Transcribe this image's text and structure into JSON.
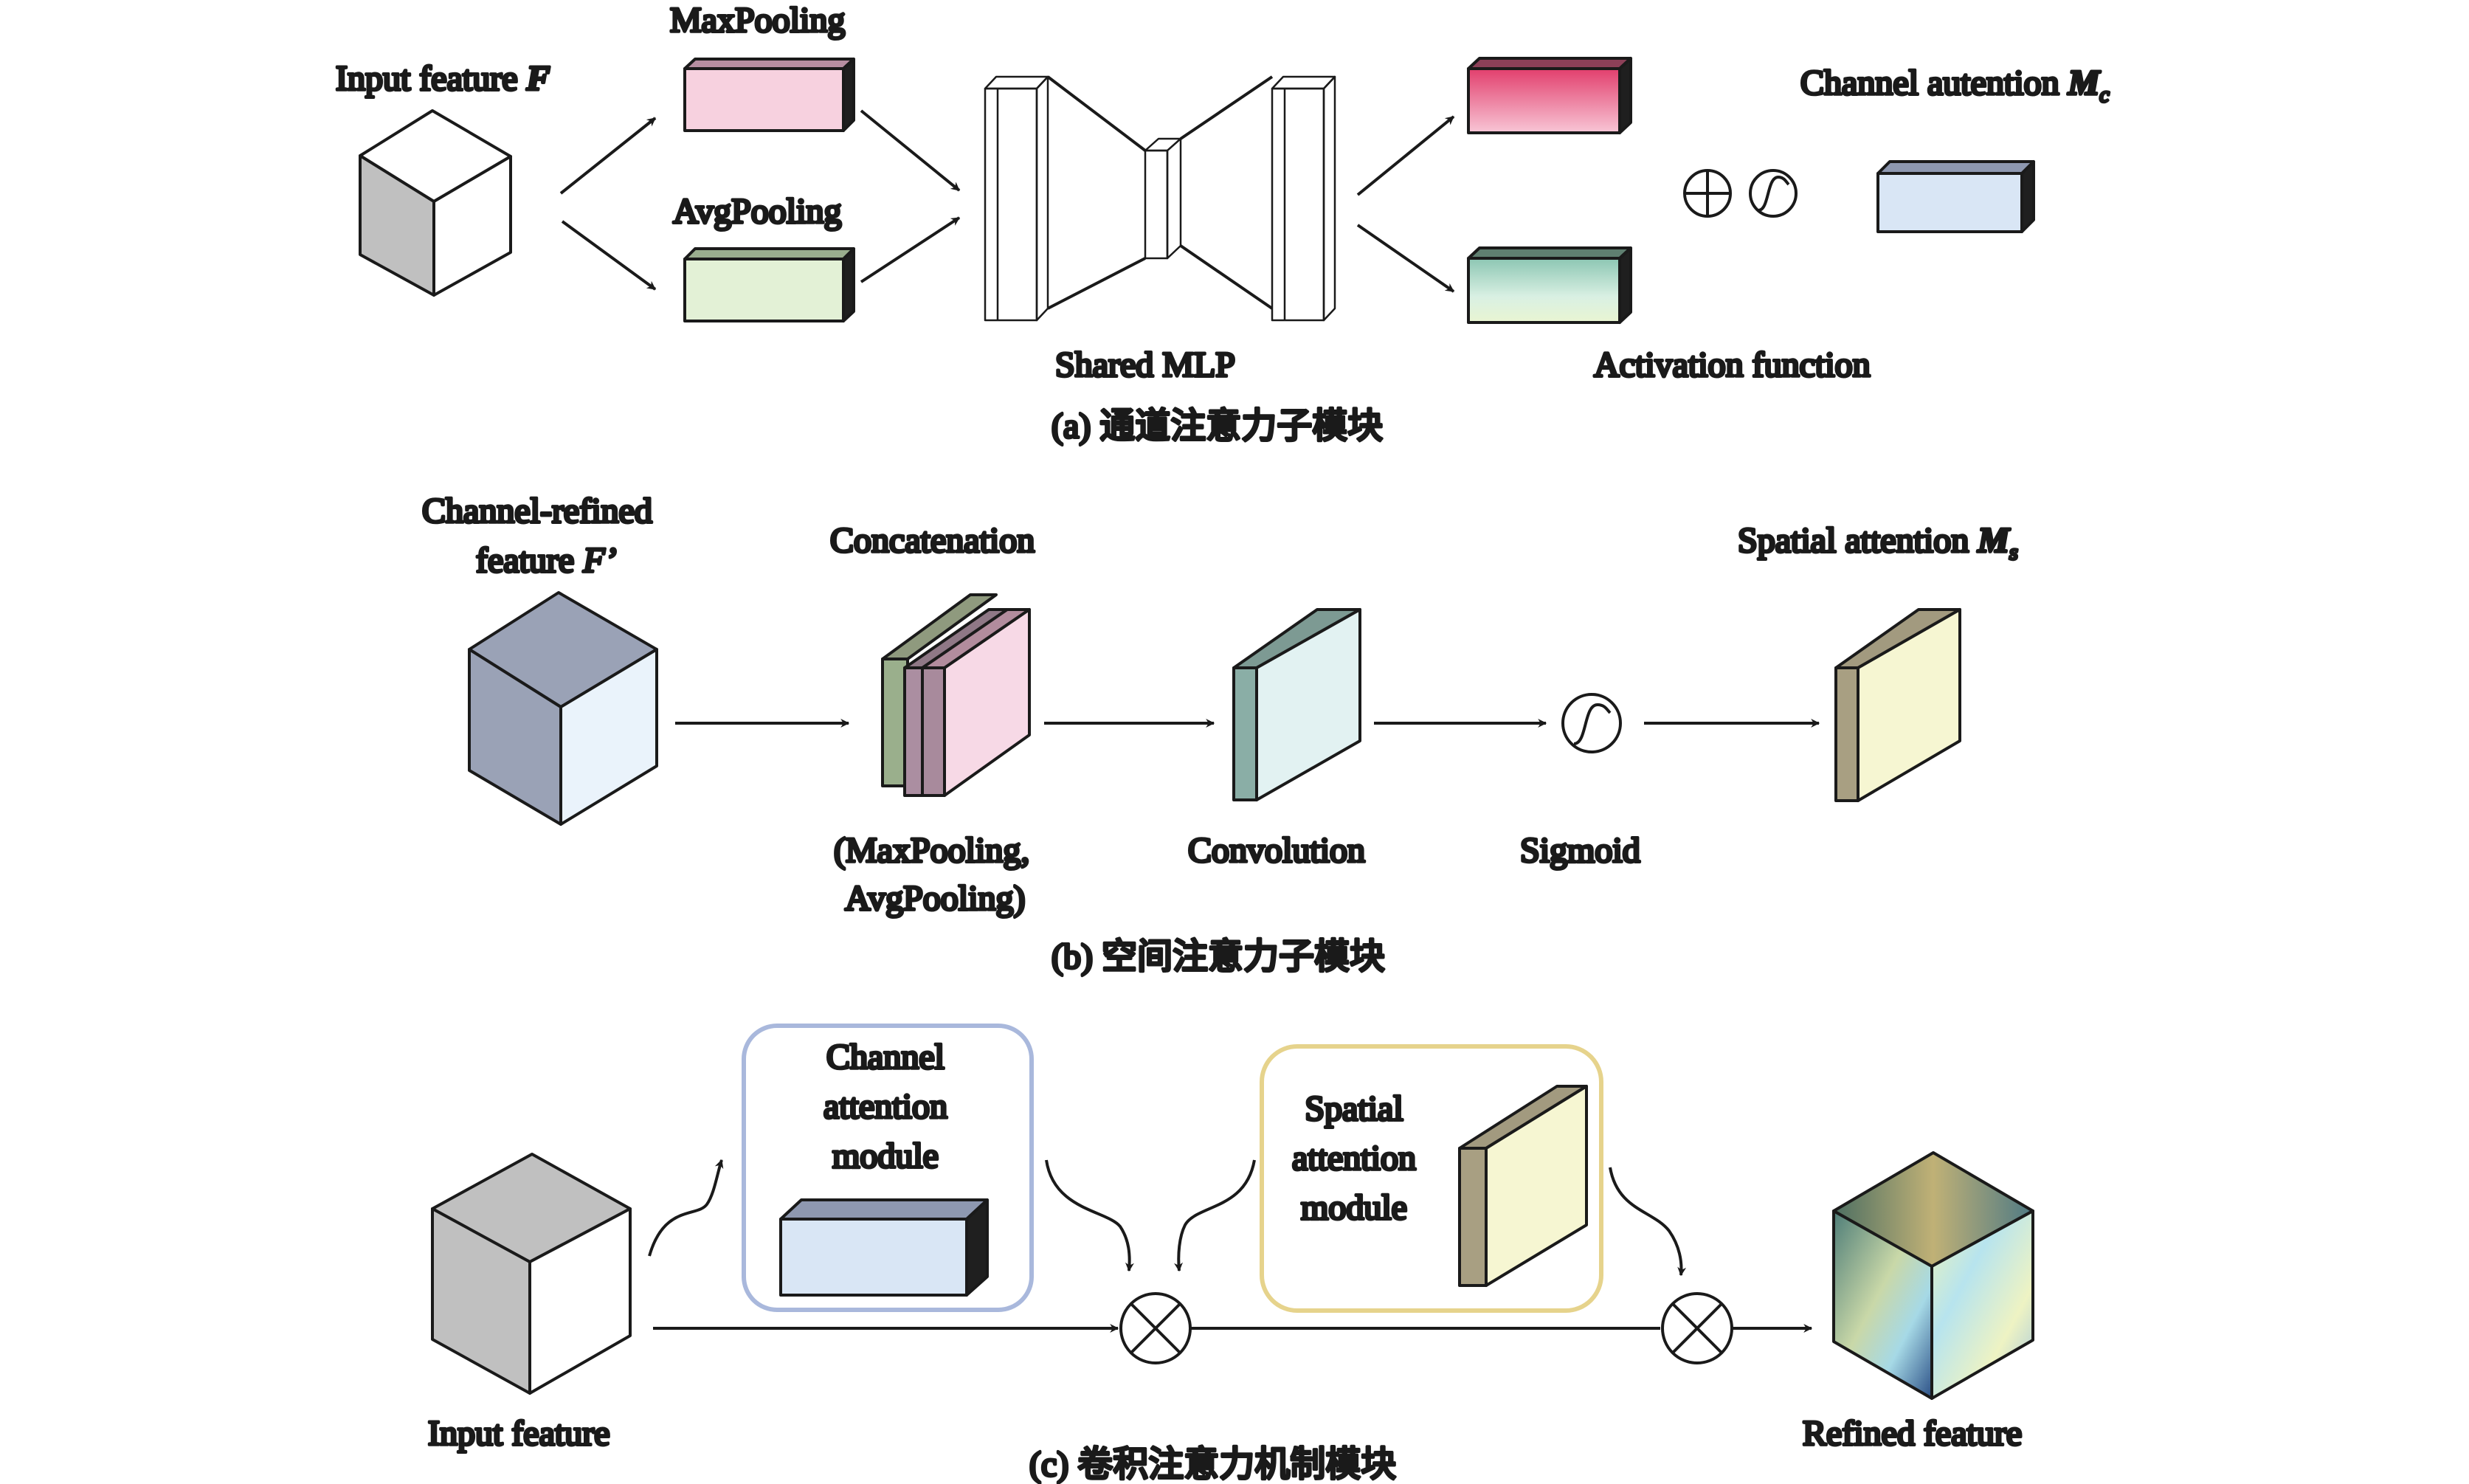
{
  "panel_a": {
    "input_label": "Input feature ",
    "input_symbol": "F",
    "maxpool_label": "MaxPooling",
    "avgpool_label": "AvgPooling",
    "mlp_label": "Shared MLP",
    "activation_label": "Activation function",
    "channel_att_label": "Channel autention ",
    "channel_att_symbol": "M",
    "channel_att_sub": "c",
    "caption": "(a) 通道注意力子模块"
  },
  "panel_b": {
    "input_line1": "Channel-refined",
    "input_line2": "feature ",
    "input_symbol": "F’",
    "concat_label": "Concatenation",
    "concat_note_line1": "(MaxPooling,",
    "concat_note_line2": "AvgPooling)",
    "conv_label": "Convolution",
    "sigmoid_label": "Sigmoid",
    "spatial_att_label": "Spatial attention ",
    "spatial_att_symbol": "M",
    "spatial_att_sub": "s",
    "caption": "(b) 空间注意力子模块"
  },
  "panel_c": {
    "channel_module_line1": "Channel",
    "channel_module_line2": "attention",
    "channel_module_line3": "module",
    "spatial_module_line1": "Spatial",
    "spatial_module_line2": "attention",
    "spatial_module_line3": "module",
    "input_label": "Input feature",
    "refined_label": "Refined feature",
    "caption": "(c) 卷积注意力机制模块"
  },
  "colors": {
    "maxpool": "#f7d1df",
    "avgpool": "#e3f1d6",
    "channel_att": "#d9e6f5",
    "spatial_att": "#f6f6d2",
    "conv": "#e2f2f2",
    "gray_cube": "#c0c0c0",
    "channel_box_border": "#a9b8dc",
    "spatial_box_border": "#e6d38c"
  }
}
